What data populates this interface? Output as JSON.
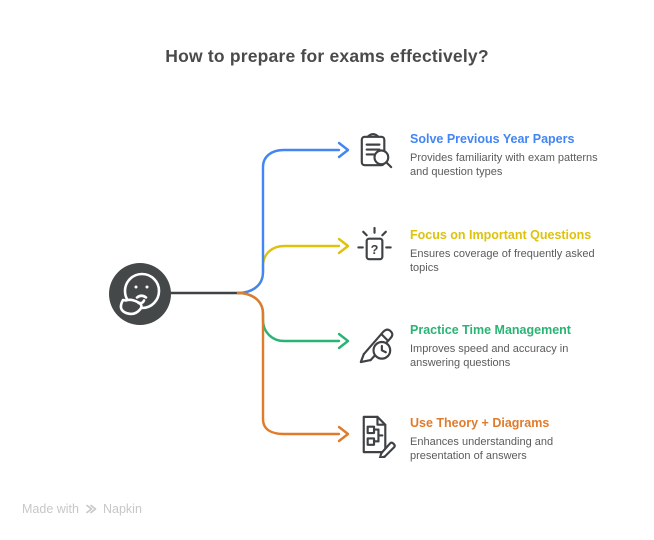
{
  "title": "How to prepare for exams effectively?",
  "center": {
    "icon": "thinking-face-icon",
    "color": "#454849"
  },
  "branches": [
    {
      "label": "Solve Previous Year Papers",
      "desc_lines": [
        "Provides familiarity with exam patterns",
        "and question types"
      ],
      "color": "#4285F4",
      "icon": "clipboard-search-icon"
    },
    {
      "label": "Focus on Important Questions",
      "desc_lines": [
        "Ensures coverage of frequently asked",
        "topics"
      ],
      "color": "#DEC20B",
      "icon": "important-question-icon"
    },
    {
      "label": "Practice Time Management",
      "desc_lines": [
        "Improves speed and accuracy in",
        "answering questions"
      ],
      "color": "#29B474",
      "icon": "pencil-clock-icon"
    },
    {
      "label": "Use Theory + Diagrams",
      "desc_lines": [
        "Enhances understanding and",
        "presentation of answers"
      ],
      "color": "#E07B2C",
      "icon": "document-diagram-pencil-icon"
    }
  ],
  "footer": {
    "made_with": "Made with",
    "brand": "Napkin",
    "logo_icon": "napkin-logo-icon"
  }
}
